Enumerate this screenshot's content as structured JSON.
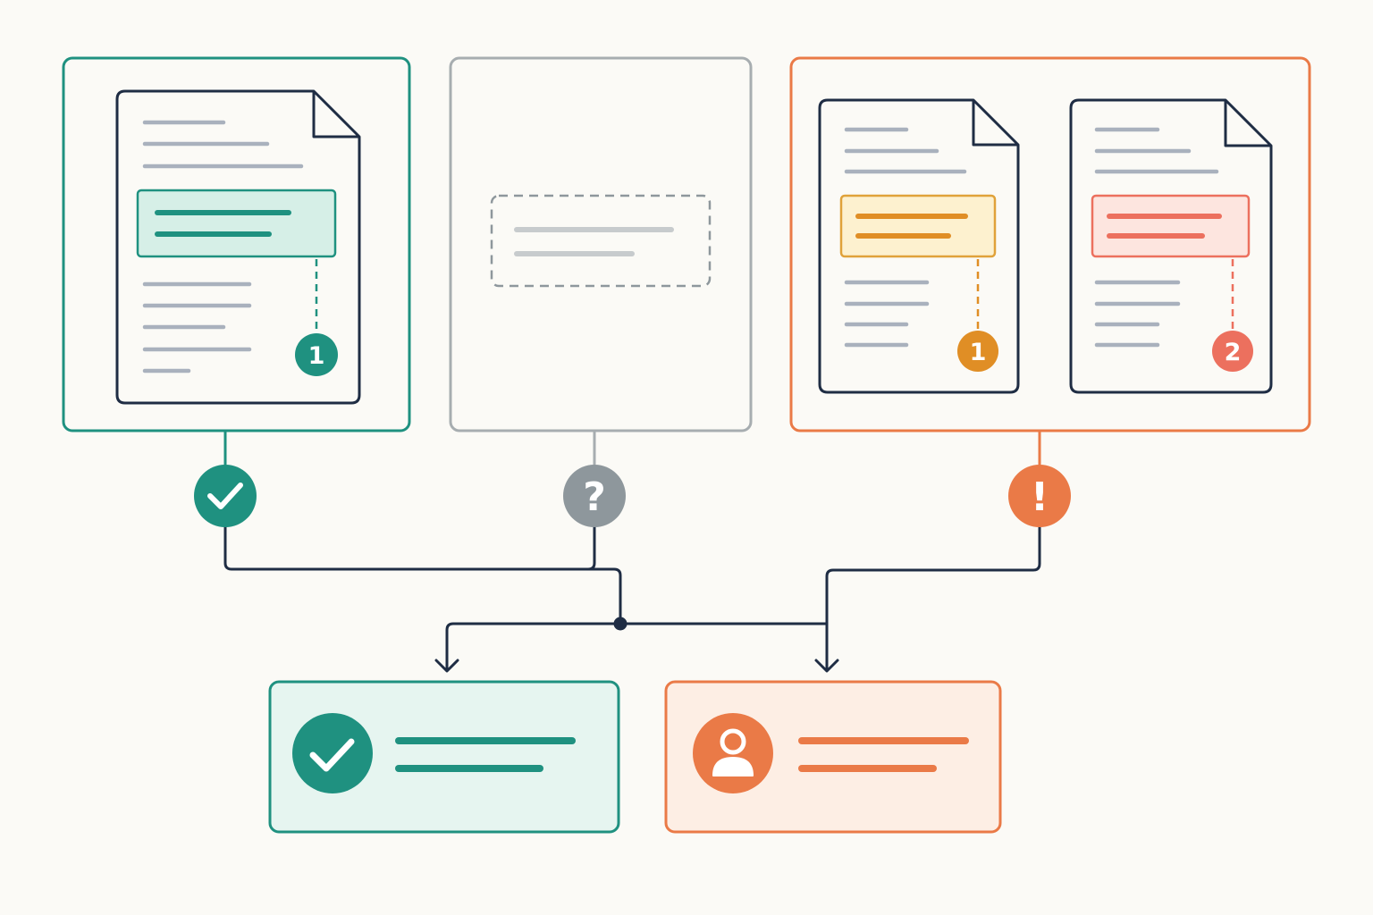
{
  "colors": {
    "background": "#fbfaf6",
    "ink": "#1f2d44",
    "text_line_gray": "#a9b1bd",
    "green": "#1f9180",
    "green_fill": "#e6f5f0",
    "green_highlight_fill": "#d6efe7",
    "neutral_gray": "#8e979c",
    "neutral_border": "#a7adb0",
    "orange": "#ea7a47",
    "orange_fill": "#fdeee4",
    "amber": "#e08e25",
    "amber_fill": "#fdf1cf",
    "salmon": "#ec705e",
    "salmon_fill": "#fde5df"
  },
  "panels": {
    "single_match": {
      "badge_number": "1",
      "status_icon": "check-icon"
    },
    "no_match": {
      "status_icon": "question-icon",
      "status_symbol": "?"
    },
    "multiple_matches": {
      "badges": [
        "1",
        "2"
      ],
      "status_icon": "exclamation-icon",
      "status_symbol": "!"
    }
  },
  "outcomes": {
    "resolved": {
      "icon": "check-circle-icon"
    },
    "human_review": {
      "icon": "person-icon"
    }
  }
}
